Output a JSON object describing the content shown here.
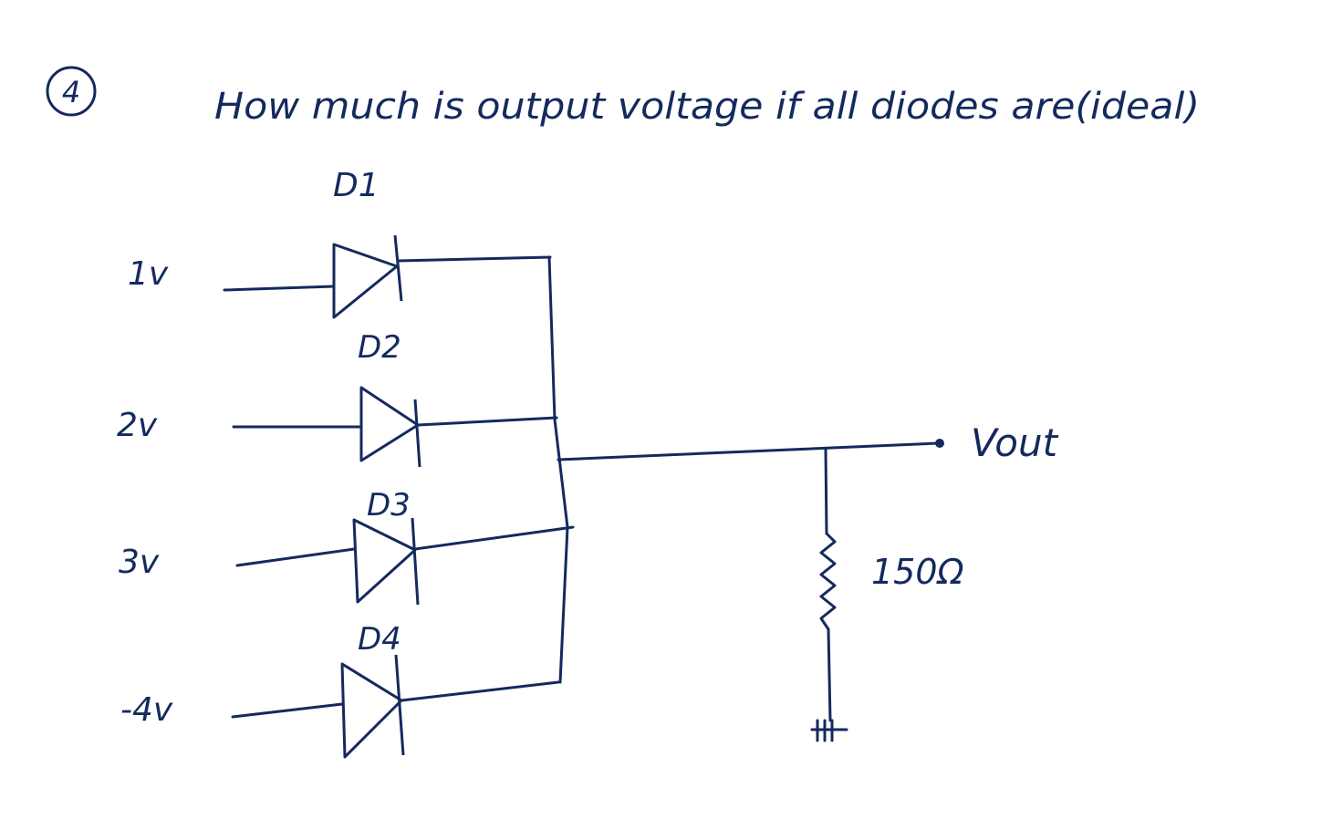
{
  "problem": {
    "number": "4",
    "question": "How much is output voltage if all diodes are(ideal)"
  },
  "colors": {
    "ink": "#142a5e",
    "paper": "#ffffff"
  },
  "sources": [
    {
      "label": "1v",
      "diode": "D1"
    },
    {
      "label": "2v",
      "diode": "D2"
    },
    {
      "label": "3v",
      "diode": "D3"
    },
    {
      "label": "-4v",
      "diode": "D4"
    }
  ],
  "resistor": {
    "label": "150Ω"
  },
  "output": {
    "label": "Vout"
  },
  "icons": [
    "diode-icon",
    "resistor-icon",
    "ground-icon",
    "output-terminal-icon"
  ]
}
